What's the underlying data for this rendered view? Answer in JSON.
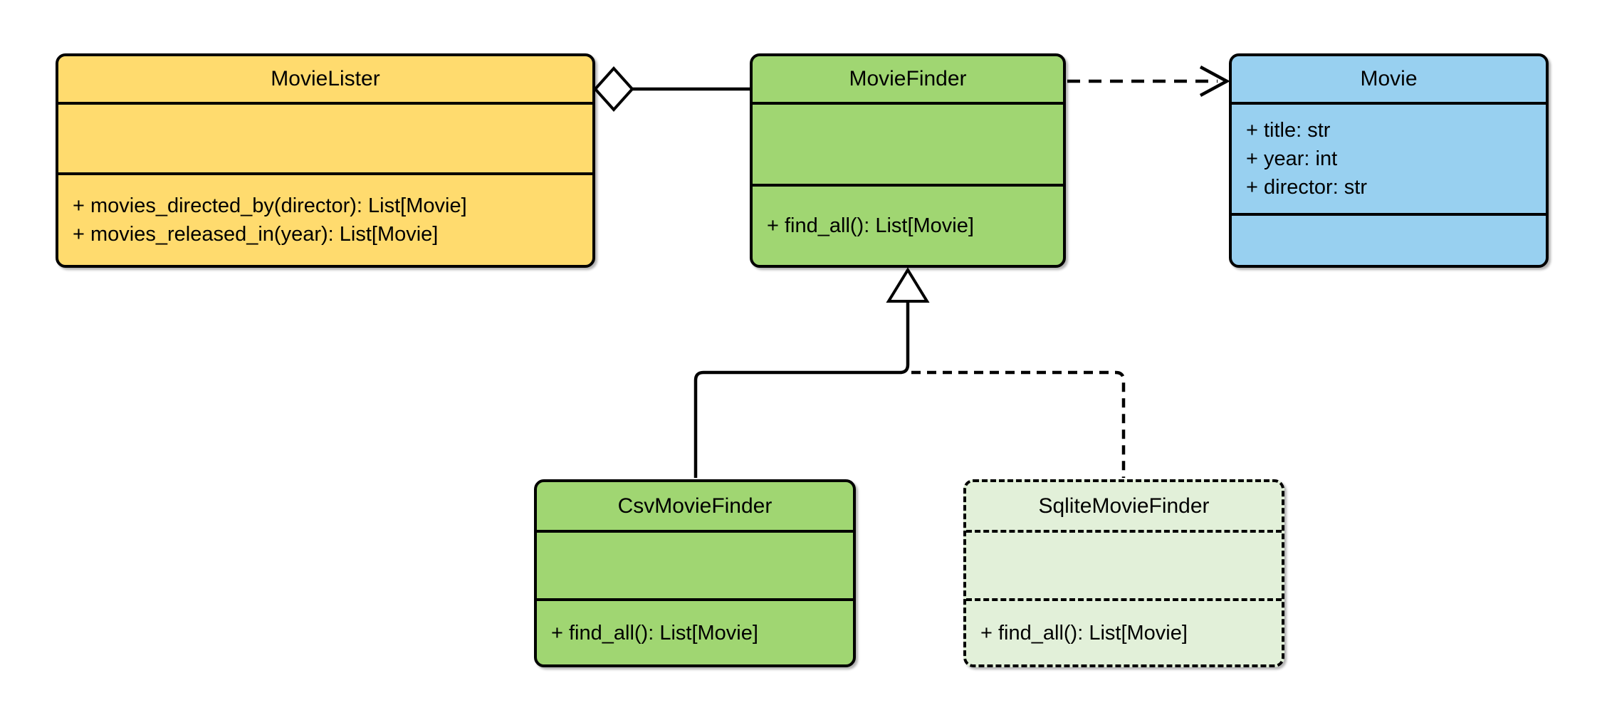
{
  "diagram": {
    "type": "uml-class-diagram",
    "background": "#ffffff",
    "colors": {
      "yellow_fill": "#ffdb6e",
      "green_fill": "#a0d672",
      "light_green_fill": "#e2f0d9",
      "blue_fill": "#98d0f0",
      "line": "#000000"
    },
    "classes": [
      {
        "name": "MovieLister",
        "attributes": [],
        "methods": [
          "+ movies_directed_by(director): List[Movie]",
          "+ movies_released_in(year): List[Movie]"
        ],
        "fill": "#ffdb6e",
        "border_style": "solid"
      },
      {
        "name": "MovieFinder",
        "attributes": [],
        "methods": [
          "+ find_all(): List[Movie]"
        ],
        "fill": "#a0d672",
        "border_style": "solid"
      },
      {
        "name": "Movie",
        "attributes": [
          "+ title: str",
          "+ year: int",
          "+ director: str"
        ],
        "methods": [],
        "fill": "#98d0f0",
        "border_style": "solid"
      },
      {
        "name": "CsvMovieFinder",
        "attributes": [],
        "methods": [
          "+ find_all(): List[Movie]"
        ],
        "fill": "#a0d672",
        "border_style": "solid"
      },
      {
        "name": "SqliteMovieFinder",
        "attributes": [],
        "methods": [
          "+ find_all(): List[Movie]"
        ],
        "fill": "#e2f0d9",
        "border_style": "dashed"
      }
    ],
    "relationships": [
      {
        "type": "aggregation",
        "from": "MovieLister",
        "to": "MovieFinder",
        "line": "solid",
        "marker": "hollow-diamond"
      },
      {
        "type": "dependency",
        "from": "MovieFinder",
        "to": "Movie",
        "line": "dashed",
        "marker": "open-arrow"
      },
      {
        "type": "generalization",
        "from": "CsvMovieFinder",
        "to": "MovieFinder",
        "line": "solid",
        "marker": "hollow-triangle"
      },
      {
        "type": "generalization",
        "from": "SqliteMovieFinder",
        "to": "MovieFinder",
        "line": "dashed",
        "marker": "hollow-triangle"
      }
    ]
  }
}
